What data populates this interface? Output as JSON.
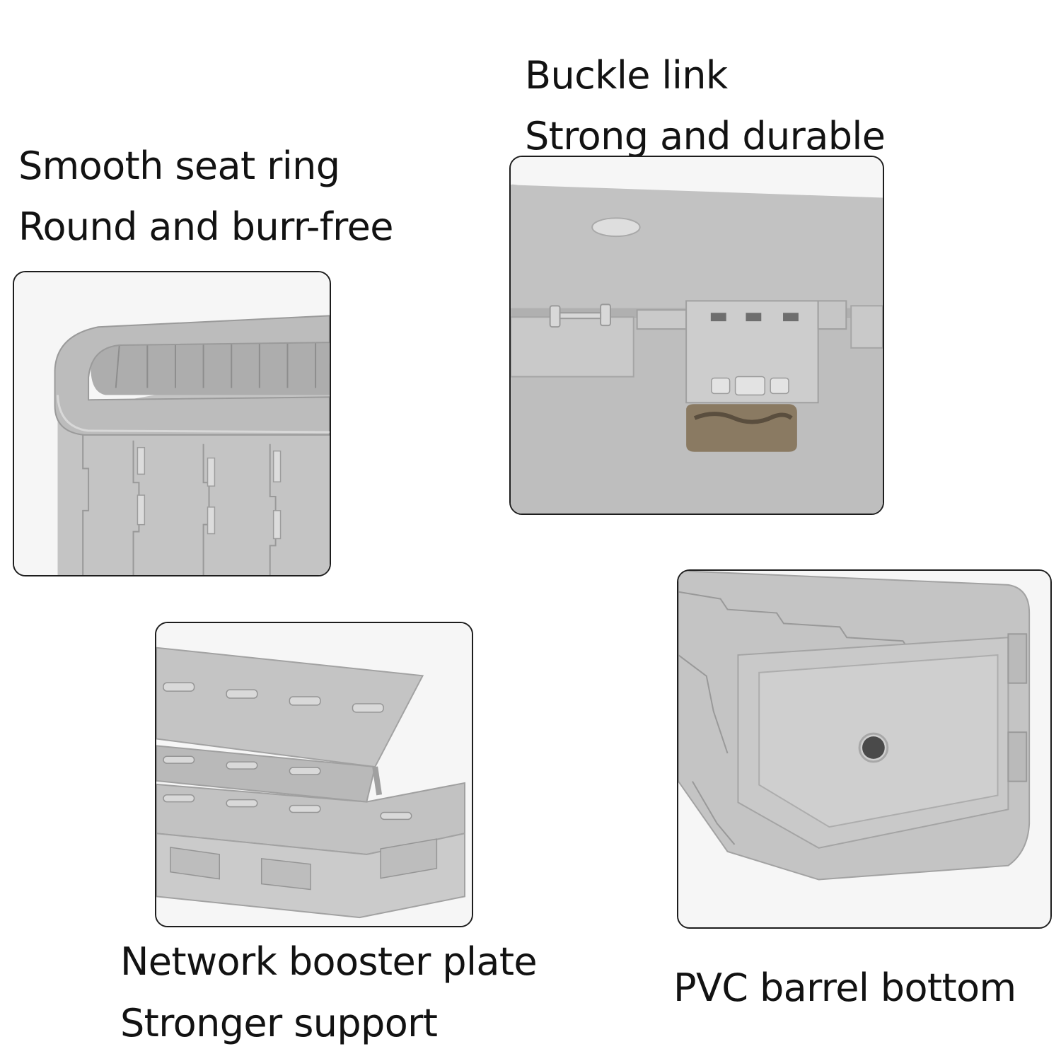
{
  "colors": {
    "background": "#ffffff",
    "text": "#121212",
    "panel_border": "#1d1d1d",
    "plastic_light": "#c7c7c7",
    "plastic_mid": "#b5b5b5",
    "plastic_dark": "#8f8f8f"
  },
  "features": {
    "seat_ring": {
      "title": "Smooth seat ring",
      "subtitle": "Round and burr-free"
    },
    "buckle": {
      "title": "Buckle link",
      "subtitle": "Strong and durable"
    },
    "booster_plate": {
      "title": "Network booster plate",
      "subtitle": "Stronger support"
    },
    "barrel_bottom": {
      "title": "PVC barrel bottom"
    }
  }
}
